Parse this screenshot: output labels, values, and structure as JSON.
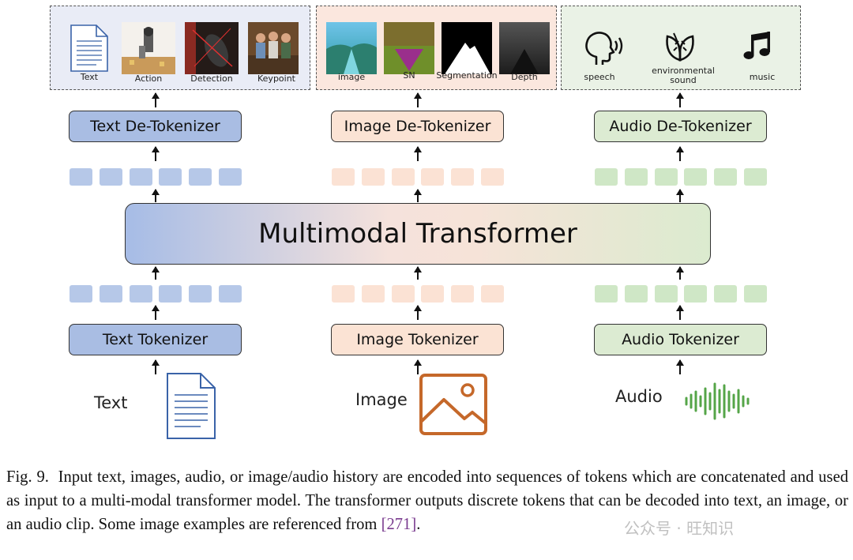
{
  "outputs": {
    "text": [
      "Text",
      "Action",
      "Detection",
      "Keypoint"
    ],
    "image": [
      "image",
      "SN",
      "Segmentation",
      "Depth"
    ],
    "audio": [
      "speech",
      "environmental sound",
      "music"
    ]
  },
  "detokenizers": {
    "text": "Text De-Tokenizer",
    "image": "Image De-Tokenizer",
    "audio": "Audio De-Tokenizer"
  },
  "transformer": "Multimodal Transformer",
  "tokenizers": {
    "text": "Text Tokenizer",
    "image": "Image Tokenizer",
    "audio": "Audio Tokenizer"
  },
  "inputs": {
    "text": "Text",
    "image": "Image",
    "audio": "Audio"
  },
  "caption": {
    "label": "Fig. 9.",
    "body": "Input text, images, audio, or image/audio history are encoded into sequences of tokens which are concatenated and used as input to a multi-modal transformer model. The transformer outputs discrete tokens that can be decoded into text, an image, or an audio clip. Some image examples are referenced from",
    "ref": "[271]",
    "end": "."
  },
  "watermark": "公众号 · 旺知识",
  "colors": {
    "text_box": "#a9bde3",
    "image_box": "#fbe3d4",
    "audio_box": "#dcebd2",
    "text_token": "#b6c8e8",
    "image_token": "#fbe2d4",
    "audio_token": "#cfe7c6",
    "panel_text": "#e9ecf6",
    "panel_image": "#fbe7de",
    "panel_audio": "#eaf2e6",
    "image_icon": "#c5682a",
    "audio_icon": "#55a548",
    "doc_icon": "#3a63a8"
  }
}
